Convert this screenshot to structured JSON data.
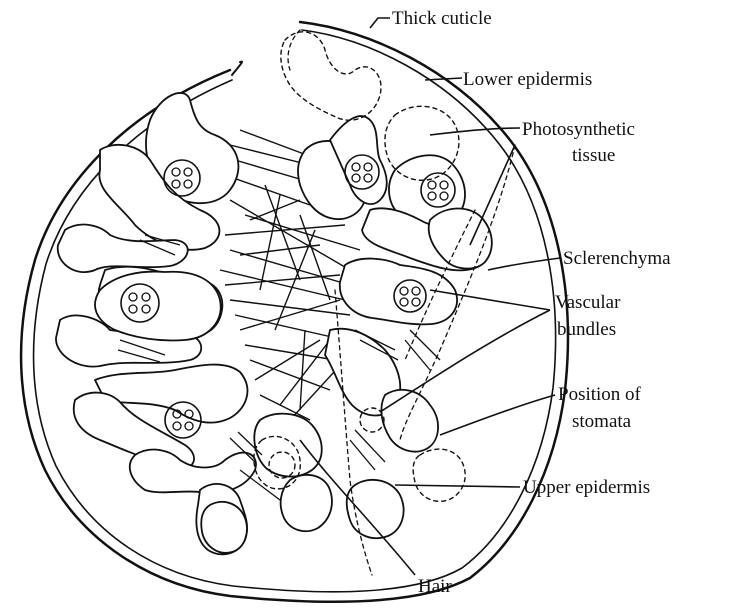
{
  "labels": {
    "thick_cuticle": "Thick cuticle",
    "lower_epidermis": "Lower epidermis",
    "photosynthetic_line1": "Photosynthetic",
    "photosynthetic_line2": "tissue",
    "sclerenchyma": "Sclerenchyma",
    "vascular_line1": "Vascular",
    "vascular_line2": "bundles",
    "stomata_line1": "Position of",
    "stomata_line2": "stomata",
    "upper_epidermis": "Upper epidermis",
    "hair": "Hair"
  },
  "colors": {
    "ink": "#111111",
    "paper": "#ffffff"
  }
}
